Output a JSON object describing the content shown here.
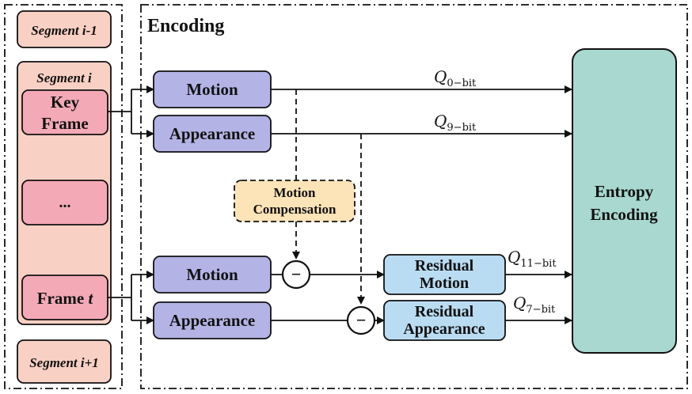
{
  "segments": {
    "prev": "Segment i-1",
    "current": "Segment i",
    "next": "Segment i+1",
    "frames": {
      "key_line1": "Key",
      "key_line2": "Frame",
      "ellipsis": "...",
      "frame_t_prefix": "Frame ",
      "frame_t_var": "t"
    }
  },
  "encoding": {
    "title": "Encoding",
    "motion": "Motion",
    "appearance": "Appearance",
    "motion_comp_line1": "Motion",
    "motion_comp_line2": "Compensation",
    "residual_line1": "Residual",
    "residual_motion_line2": "Motion",
    "residual_appearance_line2": "Appearance",
    "entropy_line1": "Entropy",
    "entropy_line2": "Encoding",
    "minus": "−"
  },
  "quantization": {
    "q_symbol": "Q",
    "q0": "0−bit",
    "q9": "9−bit",
    "q11": "11−bit",
    "q7": "7−bit"
  },
  "colors": {
    "segment_fill": "#f9d0c4",
    "frame_fill": "#f4a9b6",
    "encoder_fill": "#b3b3e6",
    "motion_comp_fill": "#fde3b8",
    "residual_fill": "#b9dcf2",
    "entropy_fill": "#a8d8cf"
  }
}
